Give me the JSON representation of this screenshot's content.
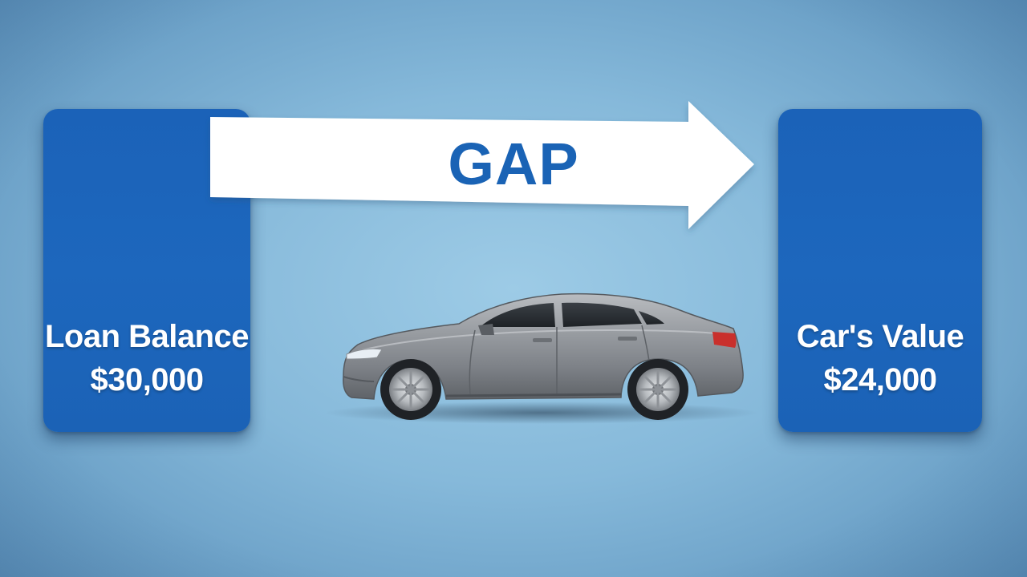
{
  "diagram": {
    "left_box": {
      "title": "Loan Balance",
      "amount": "$30,000"
    },
    "right_box": {
      "title": "Car's Value",
      "amount": "$24,000"
    },
    "arrow_label": "GAP",
    "illustration": "sedan-car-icon",
    "colors": {
      "box_blue": "#1d67bd",
      "gap_text": "#1a63b5",
      "arrow_fill": "#ffffff",
      "background": "#8fbfdd",
      "car_body": "#8e9297"
    }
  }
}
